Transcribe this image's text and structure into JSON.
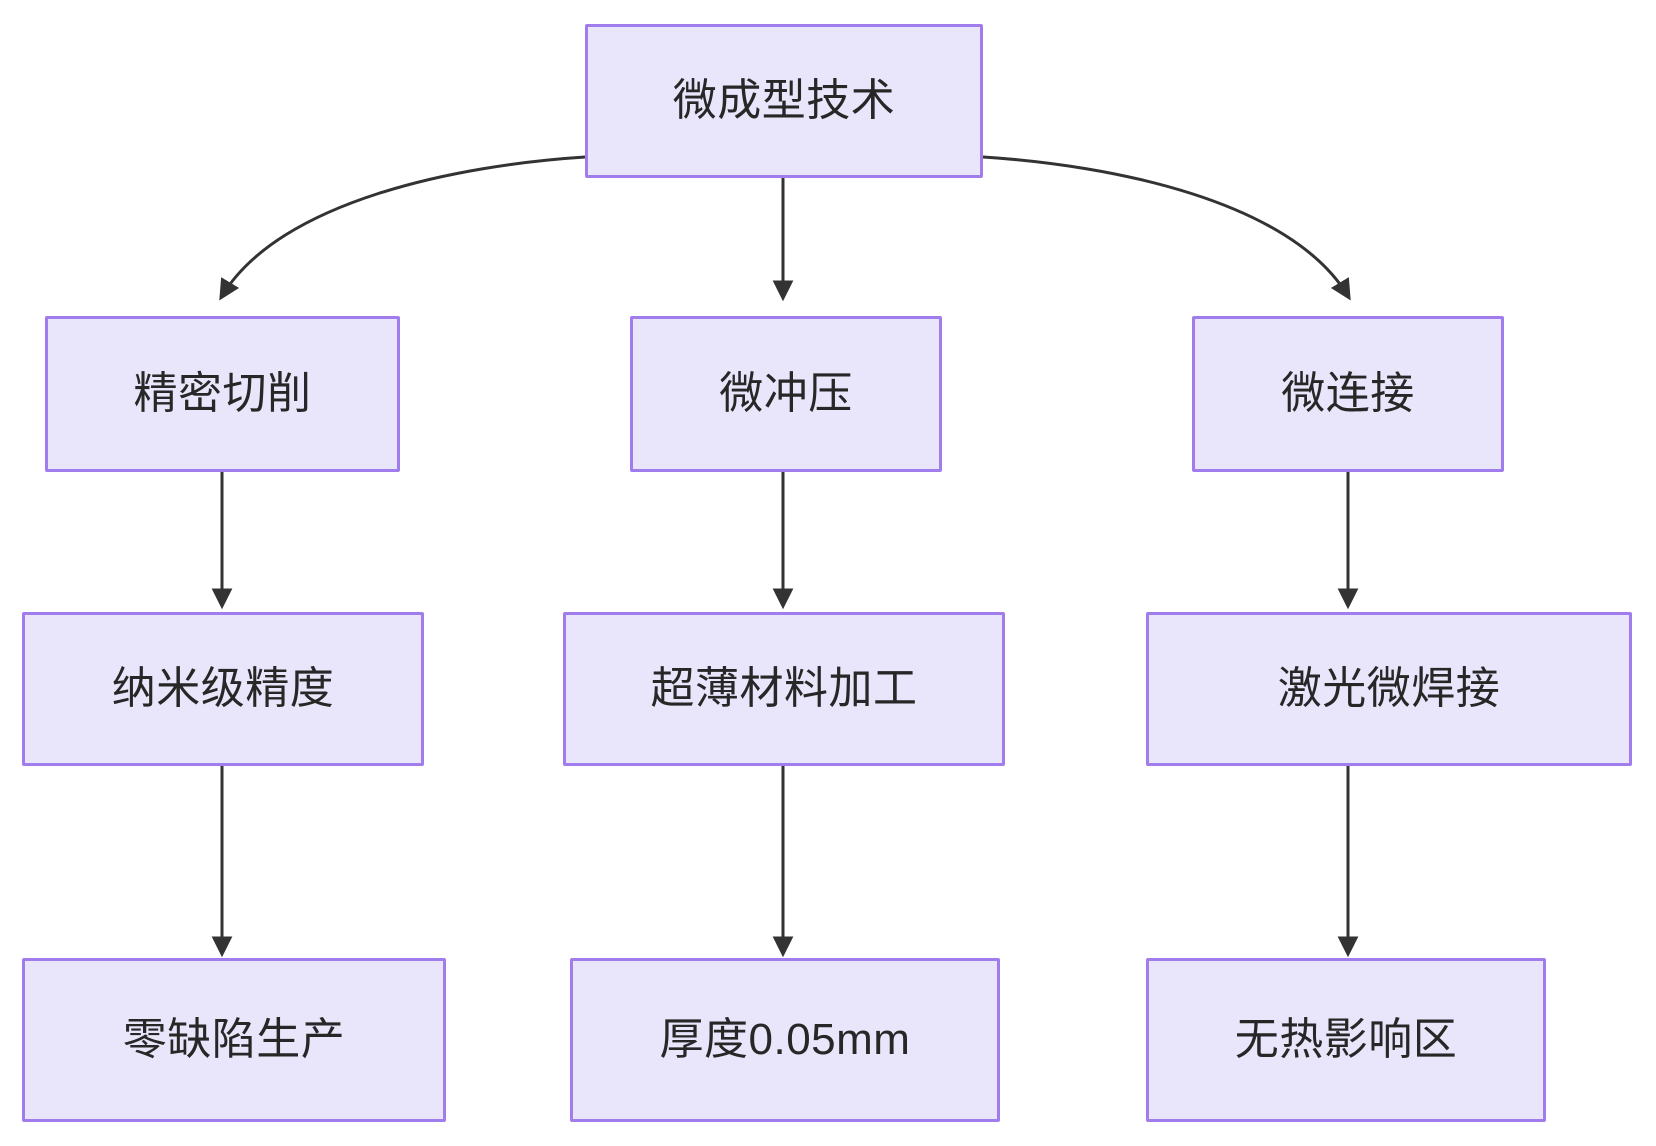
{
  "diagram": {
    "type": "flowchart",
    "orientation": "top-down",
    "background_color": "#ffffff",
    "node_fill_color": "#e9e6fb",
    "node_border_color": "#a07cec",
    "node_text_color": "#272727",
    "edge_color": "#333333",
    "root": {
      "id": "micro-forming-technology",
      "label": "微成型技术"
    },
    "columns": [
      {
        "id": "precision-cutting",
        "nodes": [
          {
            "id": "precision-cutting",
            "label": "精密切削"
          },
          {
            "id": "nanometer-precision",
            "label": "纳米级精度"
          },
          {
            "id": "zero-defect-production",
            "label": "零缺陷生产"
          }
        ]
      },
      {
        "id": "micro-stamping",
        "nodes": [
          {
            "id": "micro-stamping",
            "label": "微冲压"
          },
          {
            "id": "ultrathin-material-processing",
            "label": "超薄材料加工"
          },
          {
            "id": "thickness-spec",
            "label": "厚度0.05mm"
          }
        ]
      },
      {
        "id": "micro-joining",
        "nodes": [
          {
            "id": "micro-joining",
            "label": "微连接"
          },
          {
            "id": "laser-micro-welding",
            "label": "激光微焊接"
          },
          {
            "id": "no-heat-affected-zone",
            "label": "无热影响区"
          }
        ]
      }
    ],
    "edges": [
      {
        "from": "微成型技术",
        "to": "精密切削",
        "style": "curved"
      },
      {
        "from": "微成型技术",
        "to": "微冲压",
        "style": "straight"
      },
      {
        "from": "微成型技术",
        "to": "微连接",
        "style": "curved"
      },
      {
        "from": "精密切削",
        "to": "纳米级精度",
        "style": "straight"
      },
      {
        "from": "纳米级精度",
        "to": "零缺陷生产",
        "style": "straight"
      },
      {
        "from": "微冲压",
        "to": "超薄材料加工",
        "style": "straight"
      },
      {
        "from": "超薄材料加工",
        "to": "厚度0.05mm",
        "style": "straight"
      },
      {
        "from": "微连接",
        "to": "激光微焊接",
        "style": "straight"
      },
      {
        "from": "激光微焊接",
        "to": "无热影响区",
        "style": "straight"
      }
    ]
  }
}
